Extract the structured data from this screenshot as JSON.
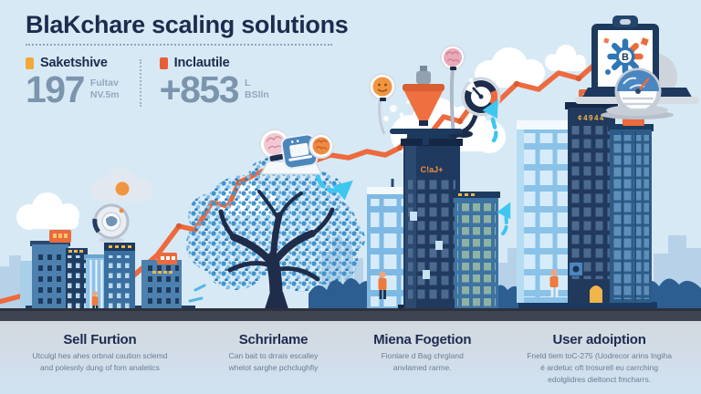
{
  "title": "BlaKchare scaling solutions",
  "stats": {
    "left": {
      "label": "Saketshive",
      "value": "197",
      "unit_top": "Fultav",
      "unit_bottom": "NV.5m"
    },
    "right": {
      "label": "Inclautile",
      "value": "+853",
      "unit_top": "L",
      "unit_bottom": "BSlln"
    }
  },
  "illustration": {
    "center_tower_sign": "C!aJ+",
    "right_tower_sign": "¢4944",
    "device_gear_letter": "B"
  },
  "sections": [
    {
      "heading": "Sell Furtion",
      "body": "Utculgl hes ahes orbnal caution sclemd\nand polesnly dung of fom analetics"
    },
    {
      "heading": "Schrirlame",
      "body": "Can bait to drrais escalley\nwhelot sarghe pchclughfiy"
    },
    {
      "heading": "Miena Fogetion",
      "body": "Fionlare d Bag chrgland\nanvlamed rarme."
    },
    {
      "heading": "User adoiption",
      "body": "Fneld tiem toC-275 (Uodrecor arins Ingiha\né ardetuc oft trosurell eu carrching\nedolglidres dieltonct fmcharrs."
    }
  ],
  "colors": {
    "sky": "#d7e9f5",
    "navy": "#1d2b4d",
    "accent_orange": "#ee6a3e",
    "accent_yellow": "#f2a93b",
    "stat_number": "#7b95ad",
    "teal_arrow": "#3ec6f0"
  }
}
